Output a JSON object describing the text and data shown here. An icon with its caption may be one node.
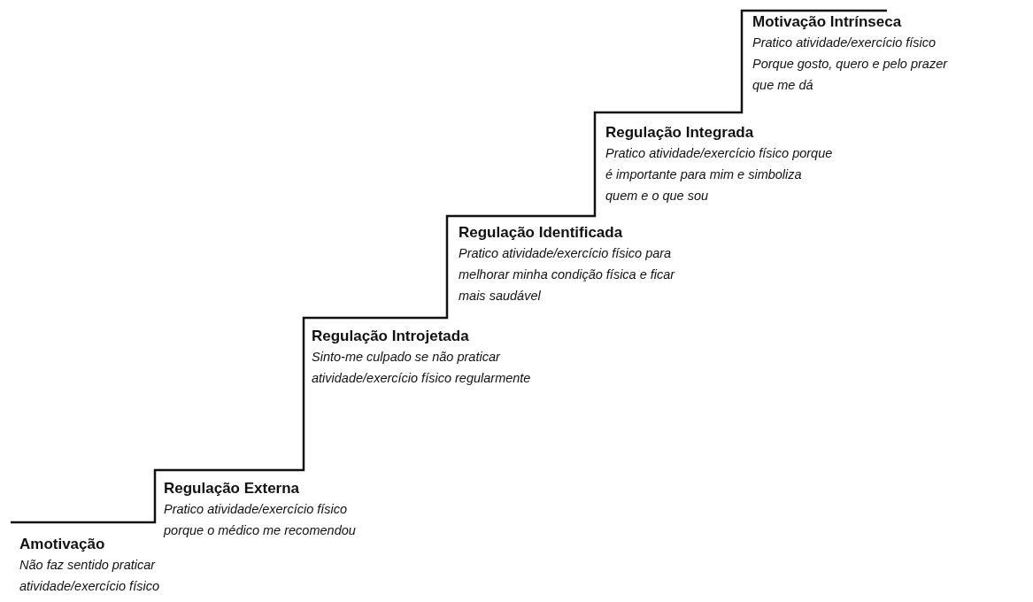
{
  "diagram": {
    "nodes": [
      {
        "text": [
          "Amotivação",
          "Não faz sentido praticar atividade/exercício físico"
        ]
      },
      {
        "text": [
          "Regulação Externa",
          "Pratico atividade/exercício físico porque o médico me recomendou"
        ]
      },
      {
        "text": [
          "Regulação Introjetada",
          "Sinto-me culpado se não praticar atividade/exercício físico regularmente"
        ]
      },
      {
        "text": [
          "Regulação Identificada",
          "Pratico atividade/exercício físico para melhorar minha condição física e ficar mais saudável"
        ]
      },
      {
        "text": [
          "Regulação Integrada",
          "Pratico atividade/exercício físico porque é importante para mim e simboliza quem e o que sou"
        ]
      },
      {
        "text": [
          "Motivação Intrínseca",
          "Pratico atividade/exercício físico Porque gosto, quero e pelo prazer que me dá"
        ]
      }
    ]
  }
}
